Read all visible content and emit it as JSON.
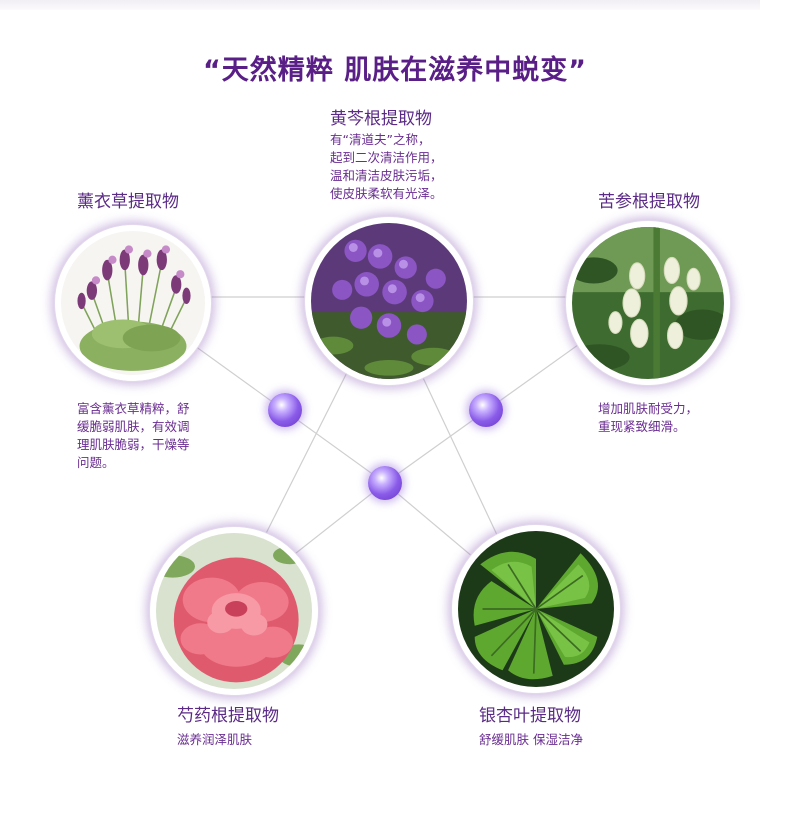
{
  "title": "“天然精粹 肌肤在滋养中蜕变”",
  "plants": {
    "lavender": {
      "name": "薰衣草提取物",
      "desc": [
        "富含薰衣草精粹，舒",
        "缓脆弱肌肤，有效调",
        "理肌肤脆弱，干燥等",
        "问题。"
      ],
      "icon": "lavender-image"
    },
    "scutellaria": {
      "name": "黄芩根提取物",
      "desc": [
        "有“清道夫”之称，",
        "起到二次清洁作用，",
        "温和清洁皮肤污垢，",
        "使皮肤柔软有光泽。"
      ],
      "icon": "scutellaria-flower-image"
    },
    "sophora": {
      "name": "苦参根提取物",
      "desc": [
        "增加肌肤耐受力，",
        "重现紧致细滑。"
      ],
      "icon": "sophora-flower-image"
    },
    "peony": {
      "name": "芍药根提取物",
      "desc": [
        "滋养润泽肌肤"
      ],
      "icon": "peony-flower-image"
    },
    "ginkgo": {
      "name": "银杏叶提取物",
      "desc": [
        "舒缓肌肤 保湿洁净"
      ],
      "icon": "ginkgo-leaf-image"
    }
  },
  "colors": {
    "title": "#5a1f86",
    "text": "#6a2d91",
    "orb": "#8a5be8",
    "line": "#cfcfcf"
  }
}
